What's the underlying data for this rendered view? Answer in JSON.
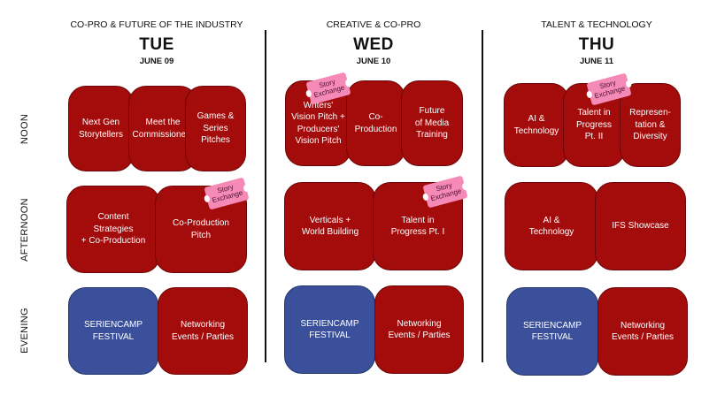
{
  "rows": {
    "noon": "NOON",
    "afternoon": "AFTERNOON",
    "evening": "EVENING"
  },
  "days": [
    {
      "theme": "CO-PRO & FUTURE OF THE INDUSTRY",
      "day": "TUE",
      "date": "JUNE 09",
      "noon": [
        "Next Gen\nStorytellers",
        "Meet the\nCommissioners",
        "Games &\nSeries\nPitches"
      ],
      "afternoon": [
        "Content\nStrategies\n+ Co-Production",
        "Co-Production\nPitch"
      ],
      "evening": [
        "SERIENCAMP\nFESTIVAL",
        "Networking\nEvents / Parties"
      ]
    },
    {
      "theme": "CREATIVE & CO-PRO",
      "day": "WED",
      "date": "JUNE 10",
      "noon": [
        "Writers'\nVision Pitch +\nProducers'\nVision Pitch",
        "Co-\nProduction",
        "Future\nof Media\nTraining"
      ],
      "afternoon": [
        "Verticals +\nWorld Building",
        "Talent in\nProgress Pt. I"
      ],
      "evening": [
        "SERIENCAMP\nFESTIVAL",
        "Networking\nEvents / Parties"
      ]
    },
    {
      "theme": "TALENT & TECHNOLOGY",
      "day": "THU",
      "date": "JUNE 11",
      "noon": [
        "AI &\nTechnology",
        "Talent in\nProgress\nPt. II",
        "Represen-\ntation &\nDiversity"
      ],
      "afternoon": [
        "AI &\nTechnology",
        "IFS Showcase"
      ],
      "evening": [
        "SERIENCAMP\nFESTIVAL",
        "Networking\nEvents / Parties"
      ]
    }
  ],
  "ticket_label": "Story\nExchange",
  "colors": {
    "session_red": "#a40b0b",
    "festival_blue": "#3a509a",
    "ticket_pink": "#f68ab7"
  }
}
